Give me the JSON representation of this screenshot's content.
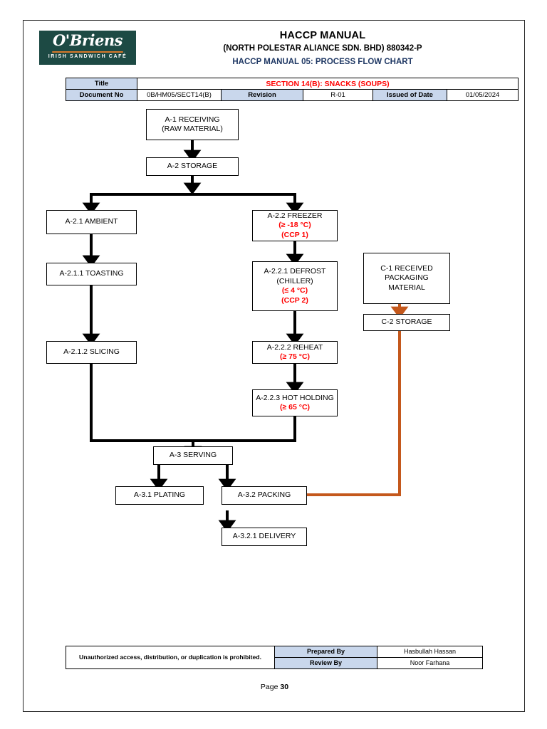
{
  "document": {
    "border_color": "#262626",
    "logo": {
      "brand": "O'Briens",
      "tagline": "IRISH SANDWICH CAFÉ",
      "bg_color": "#1d4a44"
    },
    "header": {
      "title": "HACCP MANUAL",
      "subtitle": "(NORTH POLESTAR ALIANCE SDN. BHD) 880342-P",
      "subtitle2": "HACCP MANUAL 05: PROCESS FLOW CHART",
      "subtitle2_color": "#1f3864"
    },
    "meta_table": {
      "title_label": "Title",
      "title_value": "SECTION 14(B): SNACKS (SOUPS)",
      "title_value_color": "#ff0000",
      "document_no_label": "Document No",
      "document_no_value": "0B/HM05/SECT14(B)",
      "revision_label": "Revision",
      "revision_value": "R-01",
      "issued_label": "Issued of Date",
      "issued_value": "01/05/2024",
      "header_bg": "#c9d7ec"
    },
    "footer": {
      "notice": "Unauthorized access, distribution, or duplication is prohibited.",
      "prepared_by_label": "Prepared By",
      "prepared_by_value": "Hasbullah Hassan",
      "review_by_label": "Review By",
      "review_by_value": "Noor Farhana",
      "page_prefix": "Page ",
      "page_number": "30"
    }
  },
  "chart_data": {
    "type": "diagram",
    "title": "HACCP MANUAL 05: PROCESS FLOW CHART",
    "colors": {
      "flow_black": "#000000",
      "packaging_orange": "#c4581c",
      "ccp_red": "#ff0000"
    },
    "nodes": [
      {
        "id": "a1",
        "label": "A-1 RECEIVING",
        "label2": "(RAW MATERIAL)",
        "spec": null,
        "ccp": null
      },
      {
        "id": "a2",
        "label": "A-2 STORAGE",
        "label2": null,
        "spec": null,
        "ccp": null
      },
      {
        "id": "a21",
        "label": "A-2.1 AMBIENT",
        "label2": null,
        "spec": null,
        "ccp": null
      },
      {
        "id": "a211",
        "label": "A-2.1.1 TOASTING",
        "label2": null,
        "spec": null,
        "ccp": null
      },
      {
        "id": "a212",
        "label": "A-2.1.2 SLICING",
        "label2": null,
        "spec": null,
        "ccp": null
      },
      {
        "id": "a22",
        "label": "A-2.2 FREEZER",
        "label2": null,
        "spec": "(≥ -18 °C)",
        "ccp": "(CCP 1)"
      },
      {
        "id": "a221",
        "label": "A-2.2.1 DEFROST",
        "label2": "(CHILLER)",
        "spec": "(≤ 4 °C)",
        "ccp": "(CCP 2)"
      },
      {
        "id": "a222",
        "label": "A-2.2.2 REHEAT",
        "label2": null,
        "spec": "(≥  75 °C)",
        "ccp": null
      },
      {
        "id": "a223",
        "label": "A-2.2.3 HOT HOLDING",
        "label2": null,
        "spec": "(≥  65 °C)",
        "ccp": null
      },
      {
        "id": "c1",
        "label": "C-1 RECEIVED",
        "label2": "PACKAGING",
        "label3": "MATERIAL",
        "spec": null,
        "ccp": null
      },
      {
        "id": "c2",
        "label": "C-2 STORAGE",
        "label2": null,
        "spec": null,
        "ccp": null
      },
      {
        "id": "a3",
        "label": "A-3 SERVING",
        "label2": null,
        "spec": null,
        "ccp": null
      },
      {
        "id": "a31",
        "label": "A-3.1 PLATING",
        "label2": null,
        "spec": null,
        "ccp": null
      },
      {
        "id": "a32",
        "label": "A-3.2 PACKING",
        "label2": null,
        "spec": null,
        "ccp": null
      },
      {
        "id": "a321",
        "label": "A-3.2.1 DELIVERY",
        "label2": null,
        "spec": null,
        "ccp": null
      }
    ],
    "edges": [
      {
        "from": "a1",
        "to": "a2",
        "color": "#000000"
      },
      {
        "from": "a2",
        "to": "a21",
        "color": "#000000"
      },
      {
        "from": "a2",
        "to": "a22",
        "color": "#000000"
      },
      {
        "from": "a21",
        "to": "a211",
        "color": "#000000"
      },
      {
        "from": "a211",
        "to": "a212",
        "color": "#000000"
      },
      {
        "from": "a22",
        "to": "a221",
        "color": "#000000"
      },
      {
        "from": "a221",
        "to": "a222",
        "color": "#000000"
      },
      {
        "from": "a222",
        "to": "a223",
        "color": "#000000"
      },
      {
        "from": "a212",
        "to": "a3",
        "color": "#000000"
      },
      {
        "from": "a223",
        "to": "a3",
        "color": "#000000"
      },
      {
        "from": "a3",
        "to": "a31",
        "color": "#000000"
      },
      {
        "from": "a3",
        "to": "a32",
        "color": "#000000"
      },
      {
        "from": "a32",
        "to": "a321",
        "color": "#000000"
      },
      {
        "from": "c1",
        "to": "c2",
        "color": "#c4581c"
      },
      {
        "from": "c2",
        "to": "a32",
        "color": "#c4581c"
      }
    ]
  }
}
